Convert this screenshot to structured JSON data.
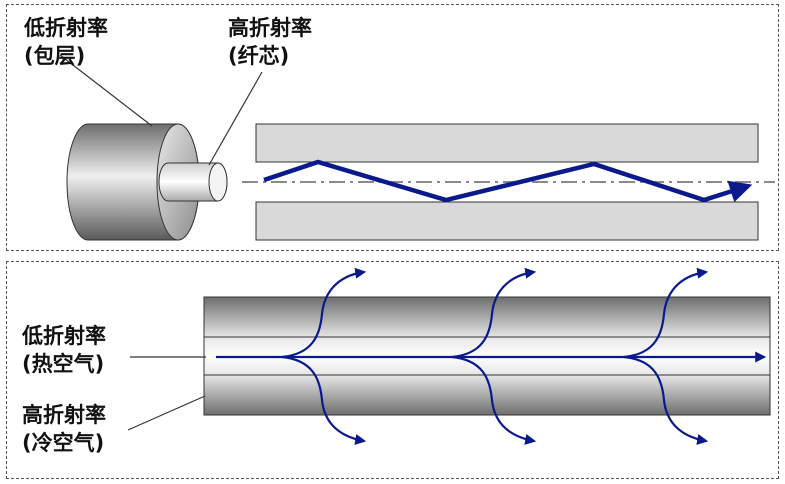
{
  "top_panel": {
    "label_cladding": {
      "line1": "低折射率",
      "line2": "(包层)"
    },
    "label_core": {
      "line1": "高折射率",
      "line2": "(纤芯)"
    }
  },
  "bottom_panel": {
    "label_hot_air": {
      "line1": "低折射率",
      "line2": "(热空气)"
    },
    "label_cold_air": {
      "line1": "高折射率",
      "line2": "(冷空气)"
    }
  },
  "colors": {
    "ray": "#0a1a8c",
    "axis": "#8a8a8a",
    "cladding_band": "#d9d9d9",
    "border": "#555555"
  }
}
